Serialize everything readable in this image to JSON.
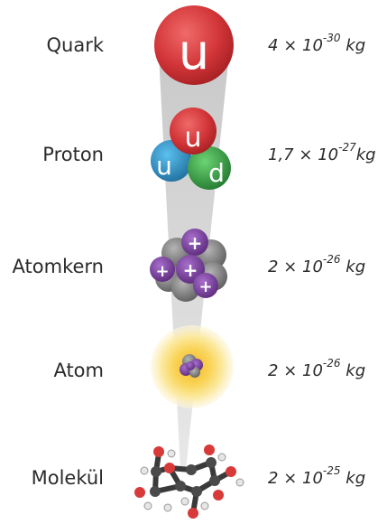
{
  "rows": [
    {
      "label": "Quark",
      "mantissa": "4",
      "times": "×",
      "base": "10",
      "exponent": "-30",
      "unit": "kg"
    },
    {
      "label": "Proton",
      "mantissa": "1,7",
      "times": "×",
      "base": "10",
      "exponent": "-27",
      "unit": "kg"
    },
    {
      "label": "Atomkern",
      "mantissa": "2",
      "times": "×",
      "base": "10",
      "exponent": "-26",
      "unit": "kg"
    },
    {
      "label": "Atom",
      "mantissa": "2",
      "times": "×",
      "base": "10",
      "exponent": "-26",
      "unit": "kg"
    },
    {
      "label": "Molekül",
      "mantissa": "2",
      "times": "×",
      "base": "10",
      "exponent": "-25",
      "unit": "kg"
    }
  ],
  "glyphs": {
    "quark": "u",
    "up": "u",
    "down": "d",
    "plus": "+"
  },
  "colors": {
    "quark_red": "#cc2f33",
    "up_blue": "#2a8fc4",
    "down_green": "#3aa54a",
    "proton_purple": "#7b3fa0",
    "neutron_gray": "#8a8a8a",
    "cone": "#d6d6d6",
    "glow": "#f7c23a",
    "carbon": "#444444",
    "oxygen": "#d83a3a",
    "hydrogen": "#e6e6e6"
  }
}
